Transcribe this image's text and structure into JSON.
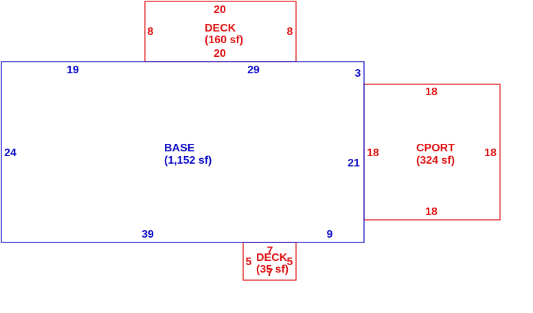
{
  "colors": {
    "base": "#0a0ac8",
    "addon": "#e01010"
  },
  "base": {
    "name": "BASE",
    "area": "(1,152 sf)",
    "dims": {
      "top_left": "19",
      "top_right": "29",
      "notch": "3",
      "left": "24",
      "right": "21",
      "bottom_left": "39",
      "bottom_right": "9"
    }
  },
  "deck_top": {
    "name": "DECK",
    "area": "(160 sf)",
    "dims": {
      "top": "20",
      "bottom": "20",
      "left": "8",
      "right": "8"
    }
  },
  "carport": {
    "name": "CPORT",
    "area": "(324 sf)",
    "dims": {
      "top": "18",
      "bottom": "18",
      "left": "18",
      "right": "18"
    }
  },
  "deck_bottom": {
    "name": "DECK",
    "area": "(35 sf)",
    "dims": {
      "top": "7",
      "bottom": "7",
      "left": "5",
      "right": "5"
    }
  }
}
